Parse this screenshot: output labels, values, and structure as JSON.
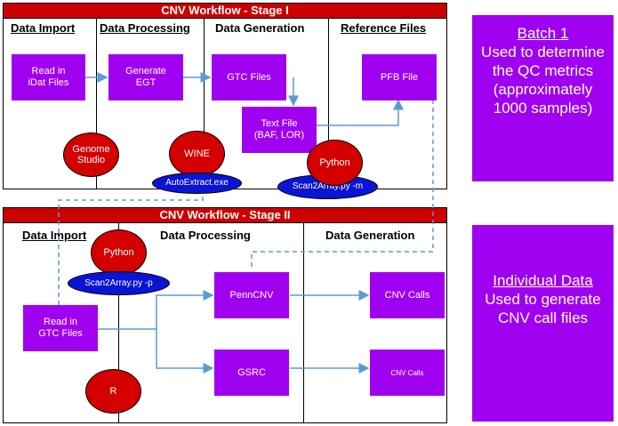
{
  "stage1": {
    "title": "CNV Workflow - Stage I",
    "columns": [
      "Data Import",
      "Data Processing",
      "Data Generation",
      "Reference Files"
    ],
    "boxes": {
      "idat": "Read in\niDat Files",
      "egt": "Generate\nEGT",
      "gtc": "GTC Files",
      "text": "Text File\n(BAF, LOR)",
      "pfb": "PFB File"
    },
    "tools": {
      "genome_studio": "Genome\nStudio",
      "wine": "WINE",
      "autoextract": "AutoExtract.exe",
      "python": "Python",
      "scan2array_m": "Scan2Array.py -m"
    }
  },
  "stage2": {
    "title": "CNV Workflow - Stage II",
    "columns": [
      "Data Import",
      "Data Processing",
      "Data Generation"
    ],
    "boxes": {
      "gtc": "Read in\nGTC Files",
      "penncnv": "PennCNV",
      "gsrc": "GSRC",
      "cnv_calls_1": "CNV Calls",
      "cnv_calls_2": "CNV Calls"
    },
    "tools": {
      "python": "Python",
      "scan2array_p": "Scan2Array.py -p",
      "r": "R"
    }
  },
  "side": {
    "batch_title": "Batch 1",
    "batch_text": "Used to determine the QC metrics (approximately 1000 samples)",
    "individual_title": "Individual Data",
    "individual_text": "Used to generate CNV call files"
  },
  "colors": {
    "band": "#cc0000",
    "box": "#a000f0",
    "tool_red": "#d40000",
    "tool_blue": "#0a14d2",
    "arrow": "#5b9bd5"
  }
}
